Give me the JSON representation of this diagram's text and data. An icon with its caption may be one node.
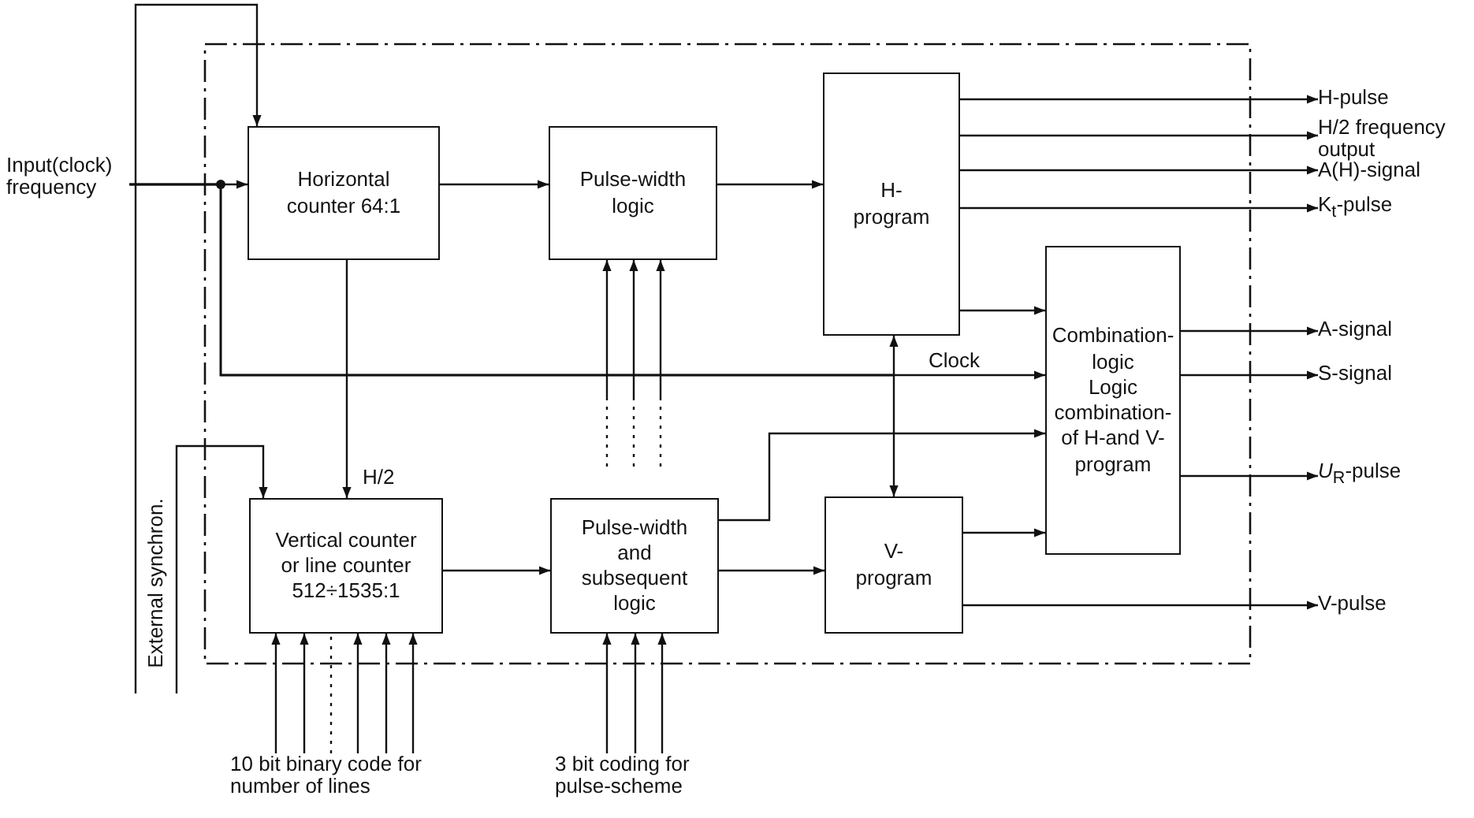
{
  "diagram": {
    "nodes": [
      {
        "text": [],
        "shape": "box"
      },
      {
        "text": [
          "Input(clock) frequency"
        ]
      },
      {
        "text": [
          "Horizontal counter 64:1"
        ],
        "in": 0
      },
      {
        "text": [
          "Pulse-width logic"
        ],
        "in": 0
      },
      {
        "text": [
          "H-program"
        ],
        "in": 0
      },
      {
        "text": [
          "Combination-logic",
          "Logic combination-of H-and V-program"
        ],
        "in": 0
      },
      {
        "text": [
          "Vertical counter or line counter 512÷1535:1"
        ],
        "in": 0
      },
      {
        "text": [
          "Pulse-width and subsequent logic"
        ],
        "in": 0
      },
      {
        "text": [
          "V-program"
        ],
        "in": 0
      },
      {
        "text": [
          "H-pulse"
        ]
      },
      {
        "text": [
          "H/2 frequency output"
        ]
      },
      {
        "text": [
          "A(H)-signal"
        ]
      },
      {
        "text": [
          "K$_{t}$-pulse"
        ]
      },
      {
        "text": [
          "A-signal"
        ]
      },
      {
        "text": [
          "S-signal"
        ]
      },
      {
        "text": [
          "*U*$_{R}$-pulse"
        ]
      },
      {
        "text": [
          "V-pulse"
        ]
      },
      {
        "text": [
          "External synchron."
        ]
      },
      {
        "text": [
          "10 bit binary code for number of lines"
        ]
      },
      {
        "text": [
          "3 bit coding for pulse-scheme"
        ]
      }
    ],
    "edges": [
      {
        "from": 1,
        "to": 2,
        "arrow": "to"
      },
      {
        "from": 1,
        "to": 5,
        "arrow": "to",
        "label": "Clock"
      },
      {
        "from": 1,
        "to": 4,
        "arrow": "to"
      },
      {
        "from": 1,
        "to": 8,
        "arrow": "to"
      },
      {
        "from": 17,
        "to": 2,
        "arrow": "to"
      },
      {
        "from": 17,
        "to": 6,
        "arrow": "to"
      },
      {
        "from": 2,
        "to": 3,
        "arrow": "to"
      },
      {
        "from": 2,
        "to": 6,
        "arrow": "to",
        "label": "H/2"
      },
      {
        "from": 3,
        "to": 4,
        "arrow": "to"
      },
      {
        "from": null,
        "to": 3,
        "arrow": "to"
      },
      {
        "from": null,
        "to": 3,
        "arrow": "to"
      },
      {
        "from": null,
        "to": 3,
        "arrow": "to"
      },
      {
        "from": 4,
        "to": 9,
        "arrow": "to"
      },
      {
        "from": 4,
        "to": 10,
        "arrow": "to"
      },
      {
        "from": 4,
        "to": 11,
        "arrow": "to"
      },
      {
        "from": 4,
        "to": 12,
        "arrow": "to"
      },
      {
        "from": 4,
        "to": 5,
        "arrow": "to"
      },
      {
        "from": 5,
        "to": 13,
        "arrow": "to"
      },
      {
        "from": 5,
        "to": 14,
        "arrow": "to"
      },
      {
        "from": 5,
        "to": 15,
        "arrow": "to"
      },
      {
        "from": 6,
        "to": 7,
        "arrow": "to"
      },
      {
        "from": 7,
        "to": 8,
        "arrow": "to"
      },
      {
        "from": 7,
        "to": 5,
        "arrow": "to"
      },
      {
        "from": 8,
        "to": 5,
        "arrow": "to"
      },
      {
        "from": 8,
        "to": 16,
        "arrow": "to"
      },
      {
        "from": 18,
        "to": 6,
        "arrow": "to"
      },
      {
        "from": 18,
        "to": 6,
        "arrow": "to"
      },
      {
        "from": 18,
        "to": 6,
        "arrow": "none",
        "style": "dashed"
      },
      {
        "from": 18,
        "to": 6,
        "arrow": "to"
      },
      {
        "from": 18,
        "to": 6,
        "arrow": "to"
      },
      {
        "from": 18,
        "to": 6,
        "arrow": "to"
      },
      {
        "from": 19,
        "to": 7,
        "arrow": "to"
      },
      {
        "from": 19,
        "to": 7,
        "arrow": "to"
      },
      {
        "from": 19,
        "to": 7,
        "arrow": "to"
      }
    ]
  }
}
